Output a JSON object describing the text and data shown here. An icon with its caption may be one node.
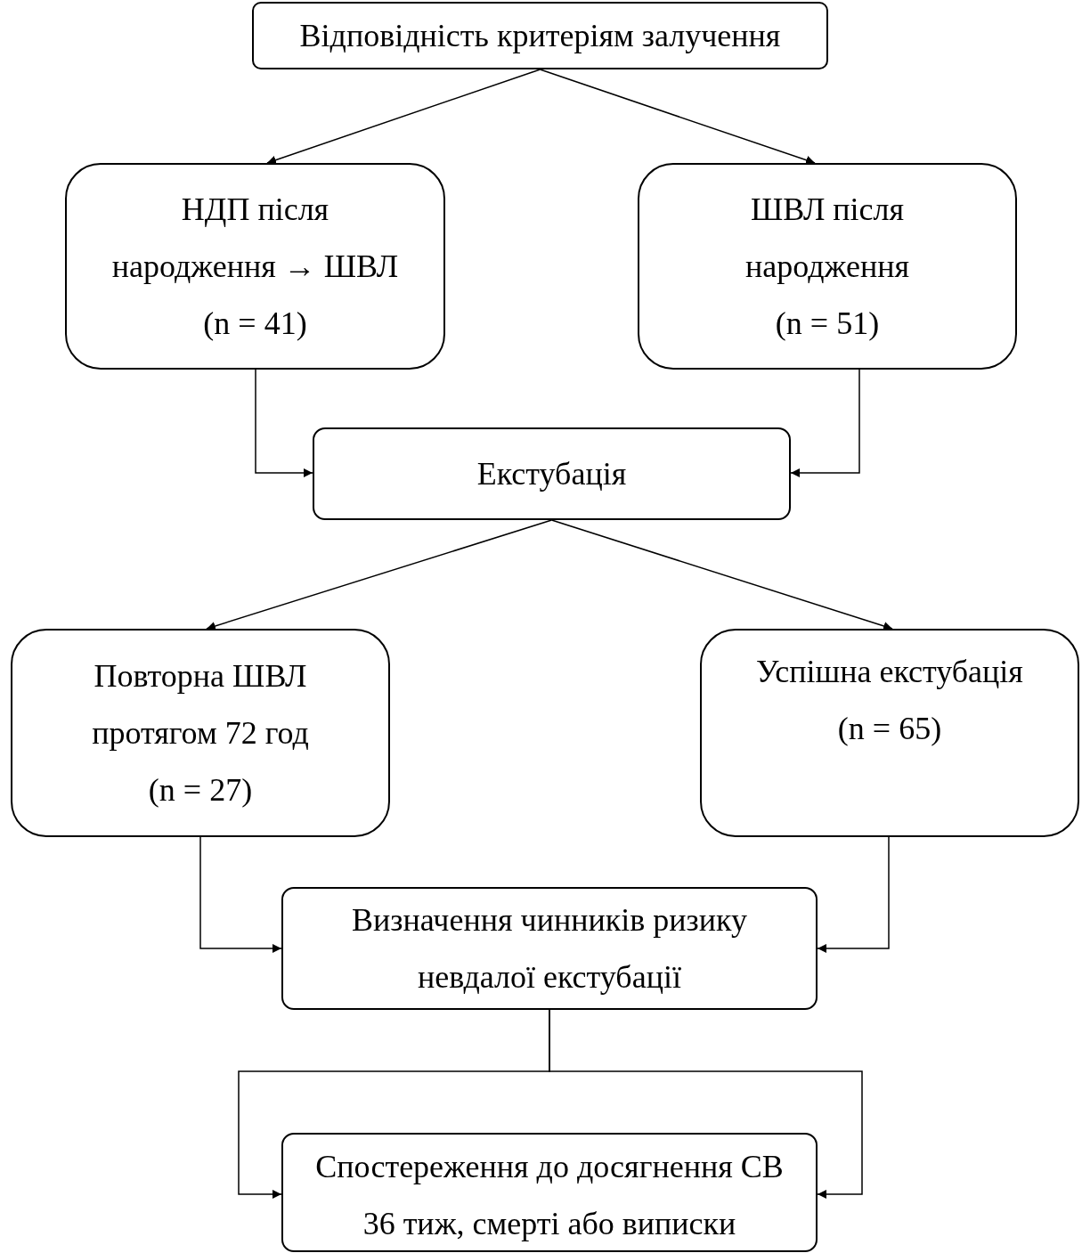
{
  "diagram": {
    "nodes": [
      {
        "text": [
          "Відповідність критеріям залучення"
        ]
      },
      {
        "text": [
          "НДП після народження → ШВЛ",
          "(n = 41)"
        ]
      },
      {
        "text": [
          "ШВЛ після народження",
          "(n = 51)"
        ]
      },
      {
        "text": [
          "Екстубація"
        ]
      },
      {
        "text": [
          "Повторна ШВЛ протягом 72 год",
          "(n = 27)"
        ]
      },
      {
        "text": [
          "Успішна екстубація",
          "(n = 65)"
        ]
      },
      {
        "text": [
          "Визначення чинників ризику невдалої екстубації"
        ]
      },
      {
        "text": [
          "Спостереження до досягнення СВ 36 тиж, смерті або виписки"
        ]
      }
    ],
    "edges": [
      {
        "from": 0,
        "to": 1,
        "arrow": "to"
      },
      {
        "from": 0,
        "to": 2,
        "arrow": "to"
      },
      {
        "from": 1,
        "to": 3,
        "arrow": "to"
      },
      {
        "from": 2,
        "to": 3,
        "arrow": "to"
      },
      {
        "from": 3,
        "to": 4,
        "arrow": "to"
      },
      {
        "from": 3,
        "to": 5,
        "arrow": "to"
      },
      {
        "from": 4,
        "to": 6,
        "arrow": "to"
      },
      {
        "from": 5,
        "to": 6,
        "arrow": "to"
      },
      {
        "from": 6,
        "to": 7,
        "arrow": "to"
      },
      {
        "from": 6,
        "to": 7,
        "arrow": "to"
      }
    ]
  }
}
